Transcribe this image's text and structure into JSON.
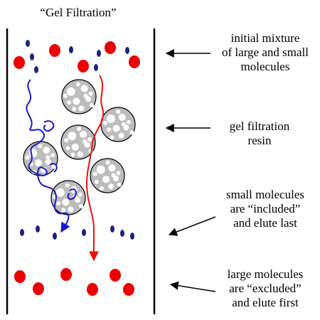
{
  "title": "“Gel Filtration”",
  "annotations": [
    {
      "lines": [
        "initial mixture",
        "of large and small",
        "molecules"
      ]
    },
    {
      "lines": [
        "gel filtration",
        "resin"
      ]
    },
    {
      "lines": [
        "small molecules",
        "are “included”",
        "and elute last"
      ]
    },
    {
      "lines": [
        "large molecules",
        "are “excluded”",
        "and elute first"
      ]
    }
  ],
  "colors": {
    "large_molecule": "#ee0000",
    "small_molecule": "#1a237e",
    "bead_fill": "#bdbdbd",
    "bead_pore": "#ffffff",
    "small_path": "#1a1acc",
    "large_path": "#ee1111",
    "column_wall": "#000000"
  }
}
